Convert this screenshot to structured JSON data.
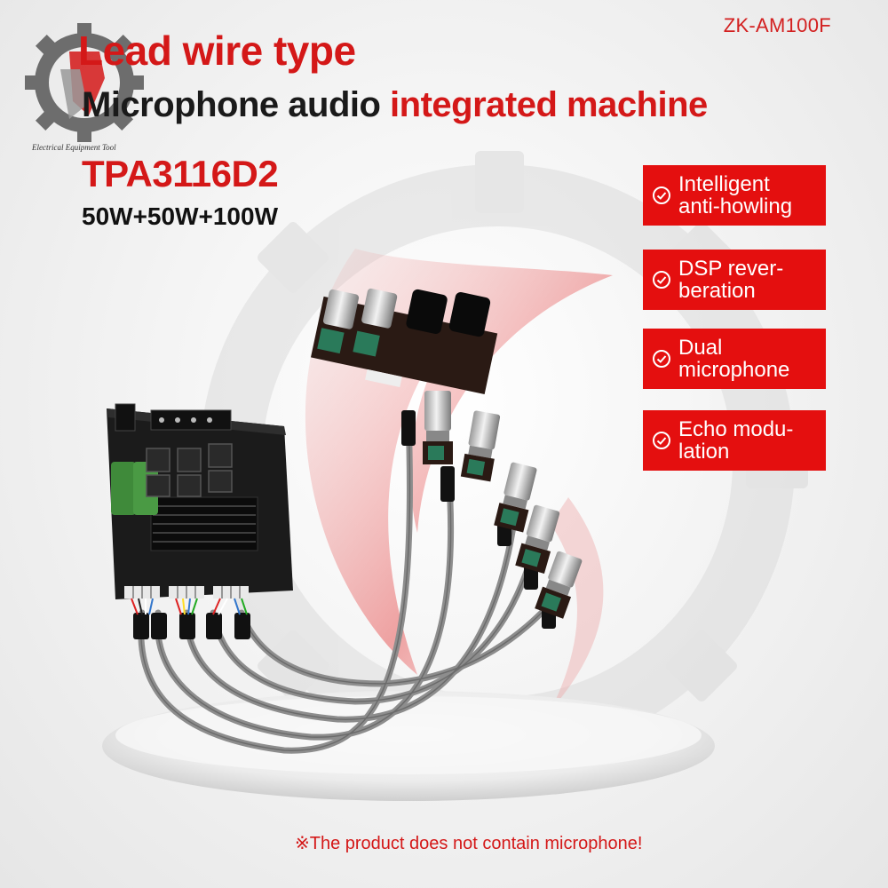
{
  "header": {
    "model_code": "ZK-AM100F",
    "title_line1": "Lead wire type",
    "title_line2_prefix": "Microphone audio ",
    "title_line2_accent": "integrated machine",
    "chip": "TPA3116D2",
    "power": "50W+50W+100W"
  },
  "brand": {
    "logo_icon": "gear-shield-icon",
    "tagline": "Electrical Equipment Tool"
  },
  "features": [
    {
      "icon": "check-circle-icon",
      "label": "Intelligent\nanti-howling"
    },
    {
      "icon": "check-circle-icon",
      "label": "DSP rever-\nberation"
    },
    {
      "icon": "check-circle-icon",
      "label": "Dual\nmicrophone"
    },
    {
      "icon": "check-circle-icon",
      "label": "Echo modu-\nlation"
    }
  ],
  "footnote": "※The product does not contain microphone!",
  "colors": {
    "accent_red": "#d41818",
    "feature_bg": "#e40f0f",
    "board": "#1c1c1c",
    "cable": "#8a8a8a"
  }
}
